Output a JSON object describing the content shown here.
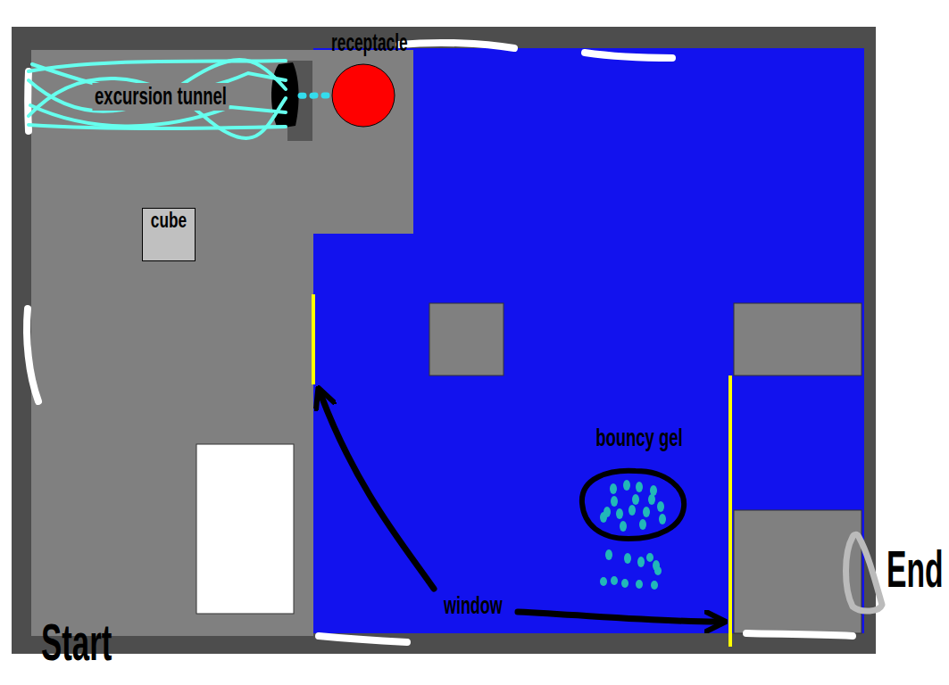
{
  "diagram": {
    "nodes": [
      {
        "text": [
          "excursion tunnel"
        ]
      },
      {
        "text": [
          "receptacle"
        ]
      },
      {
        "text": [
          "cube"
        ]
      },
      {
        "text": [
          "bouncy gel"
        ]
      }
    ],
    "edges": [
      {
        "from": 0,
        "to": 1,
        "arrow": "none"
      }
    ],
    "labels": [
      "window",
      "Start",
      "End"
    ]
  }
}
